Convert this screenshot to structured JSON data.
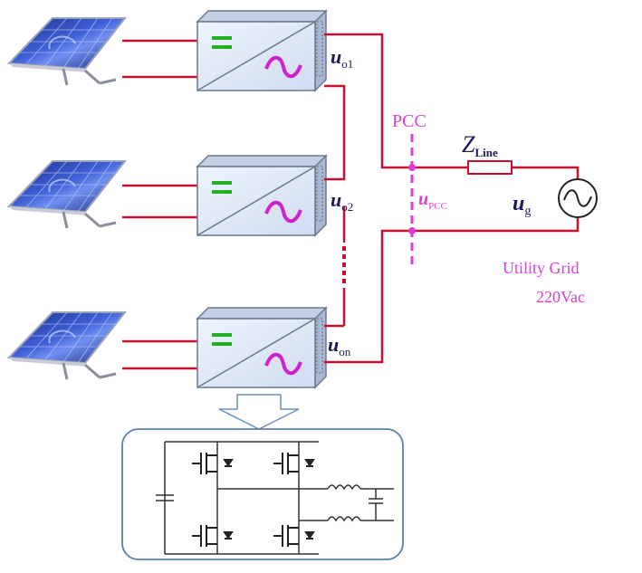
{
  "labels": {
    "uo1_main": "u",
    "uo1_sub": "o1",
    "uo2_main": "u",
    "uo2_sub": "o2",
    "uon_main": "u",
    "uon_sub": "on",
    "pcc": "PCC",
    "upcc_main": "u",
    "upcc_sub": "PCC",
    "zline_main": "Z",
    "zline_sub": "Line",
    "ug_main": "u",
    "ug_sub": "g",
    "grid_line1": "Utility Grid",
    "grid_line2": "220Vac"
  },
  "colors": {
    "wire": "#c8102e",
    "pcc": "#e03ad8",
    "dc_symbol": "#22b022",
    "ac_symbol": "#d020d0",
    "panel": "#2a3fa8",
    "inverter_face": "#dfe9f7",
    "detail_border": "#5b7fb0"
  },
  "icons": [
    "solar-panel-icon",
    "inverter-box-icon",
    "arrow-down-icon",
    "ac-source-icon",
    "mosfet-icon",
    "inductor-icon",
    "capacitor-icon"
  ]
}
